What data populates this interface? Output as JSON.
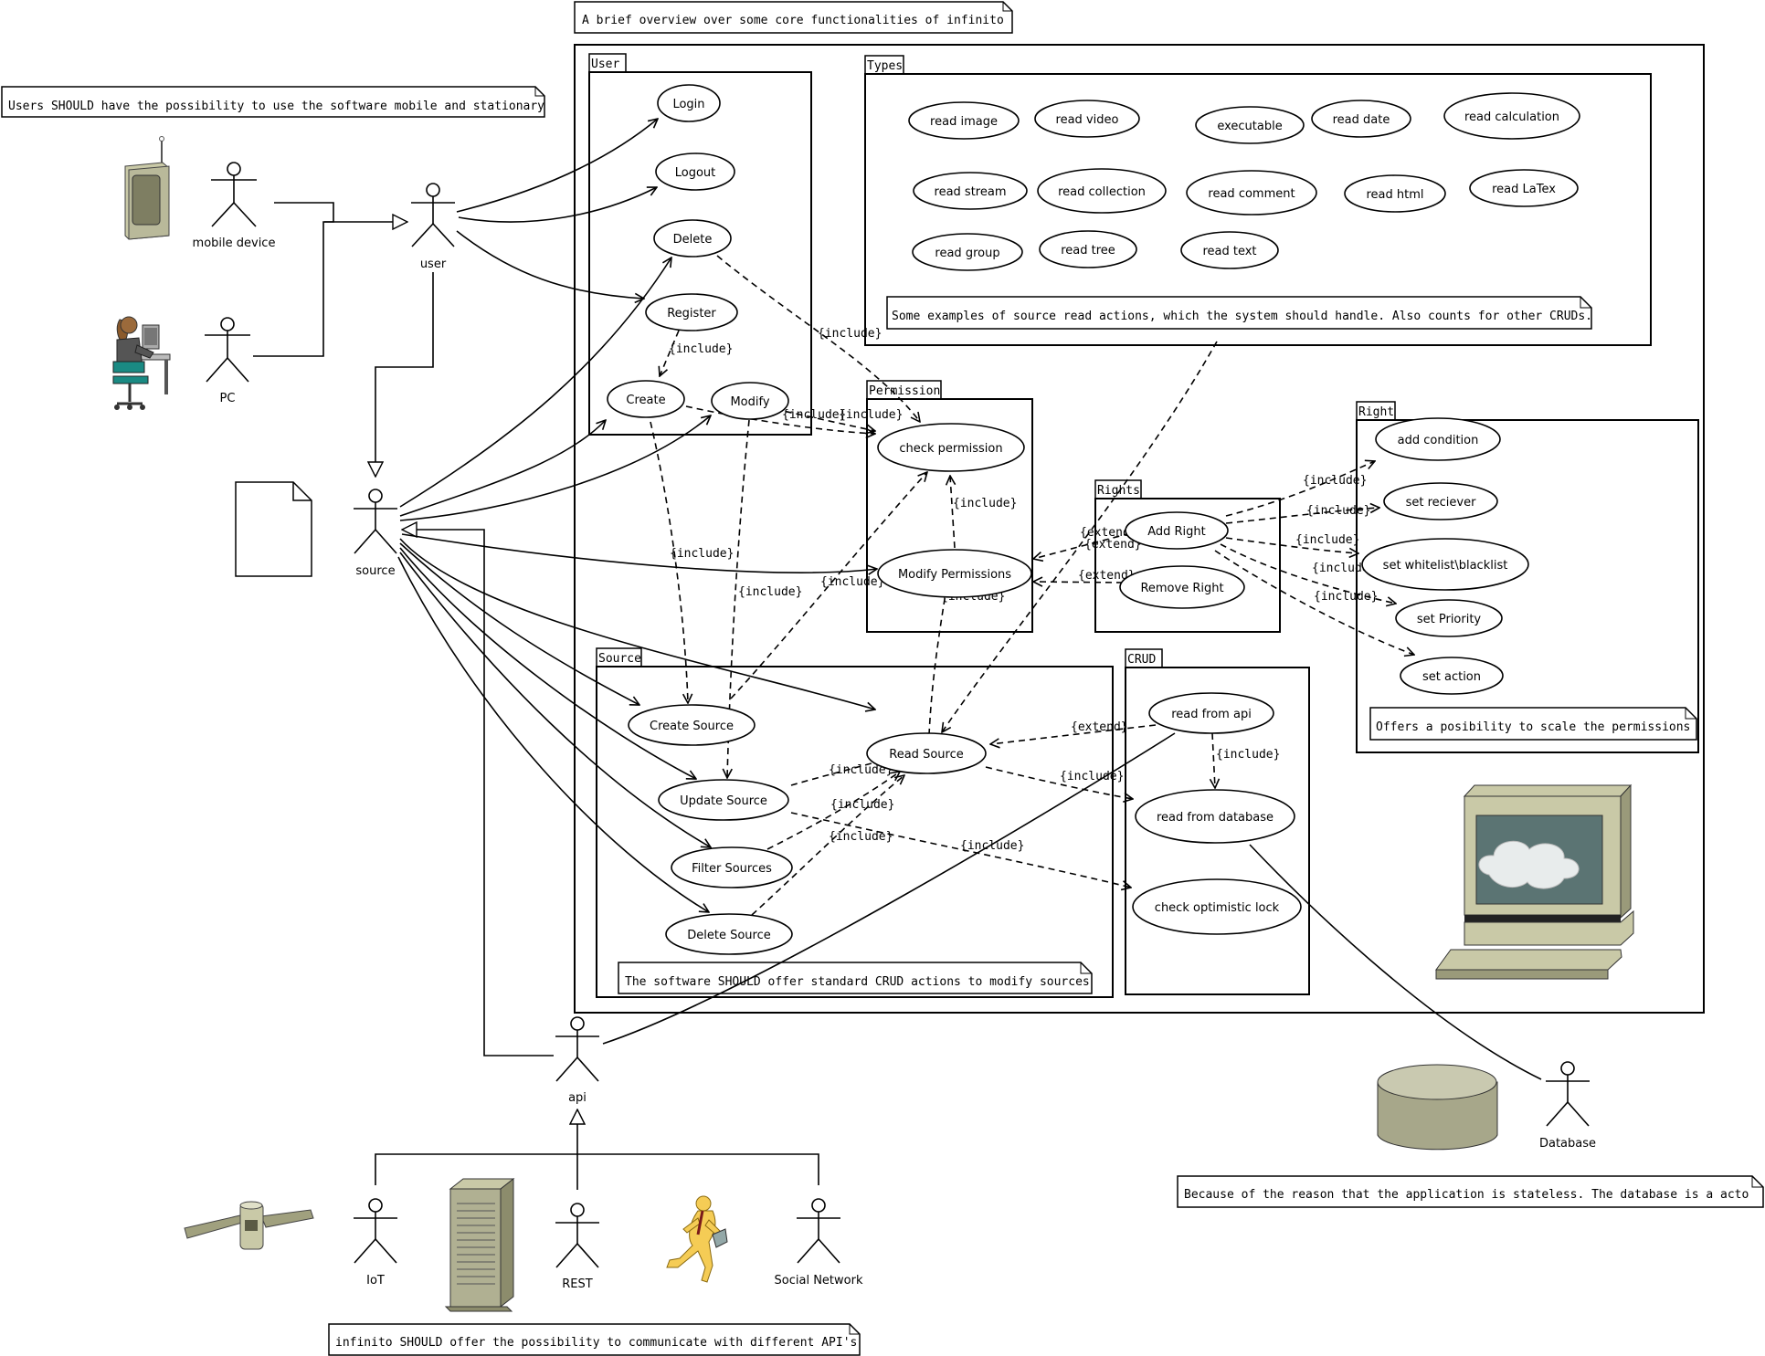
{
  "notes": {
    "overview": "A brief overview over some core functionalities of infinito",
    "mobile": "Users SHOULD have the possibility to use the software mobile and stationary",
    "types": "Some examples of source read actions, which the system should handle. Also counts for other CRUDs.",
    "rights": "Offers a posibility to scale the permissions",
    "crud": "The software SHOULD offer standard CRUD actions to modify sources",
    "apis": "infinito SHOULD offer the possibility to communicate with different API's",
    "database": "Because of the reason that the application is stateless. The database is a acto"
  },
  "packages": {
    "user": "User",
    "types": "Types",
    "permission": "Permission",
    "rights": "Rights",
    "right": "Right",
    "source": "Source",
    "crud": "CRUD"
  },
  "actors": {
    "mobile": "mobile device",
    "pc": "PC",
    "user": "user",
    "source": "source",
    "api": "api",
    "iot": "IoT",
    "rest": "REST",
    "social": "Social Network",
    "database": "Database"
  },
  "usecases": {
    "login": "Login",
    "logout": "Logout",
    "delete": "Delete",
    "register": "Register",
    "create": "Create",
    "modify": "Modify",
    "read_image": "read image",
    "read_video": "read video",
    "executable": "executable",
    "read_date": "read date",
    "read_calculation": "read calculation",
    "read_stream": "read stream",
    "read_collection": "read collection",
    "read_comment": "read comment",
    "read_html": "read html",
    "read_latex": "read LaTex",
    "read_group": "read group",
    "read_tree": "read tree",
    "read_text": "read text",
    "check_permission": "check permission",
    "modify_permissions": "Modify Permissions",
    "add_right": "Add Right",
    "remove_right": "Remove Right",
    "add_condition": "add condition",
    "set_reciever": "set reciever",
    "set_whitelist": "set whitelist\\blacklist",
    "set_priority": "set Priority",
    "set_action": "set action",
    "create_source": "Create Source",
    "update_source": "Update Source",
    "filter_sources": "Filter Sources",
    "delete_source": "Delete Source",
    "read_source": "Read Source",
    "read_from_api": "read from api",
    "read_from_database": "read from database",
    "check_optimistic_lock": "check optimistic lock"
  },
  "stereotypes": {
    "include": "{include}",
    "extend": "{extend}",
    "extends": "{extends}"
  }
}
